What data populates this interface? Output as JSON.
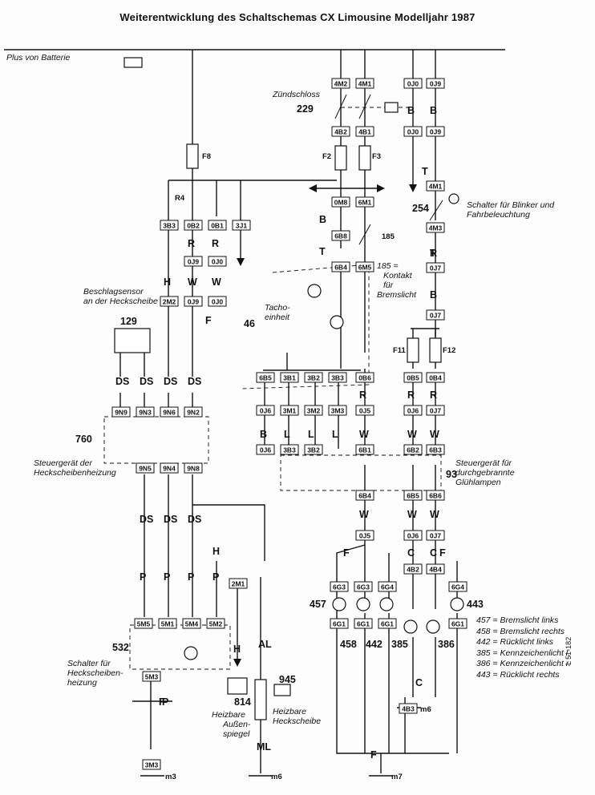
{
  "title": "Weiterentwicklung des Schaltschemas CX Limousine Modelljahr 1987",
  "notes": {
    "battery": "Plus von Batterie",
    "ignition": "Zündschloss",
    "switch_lights": [
      "Schalter für Blinker und",
      "Fahrbeleuchtung"
    ],
    "brake_contact": [
      "185 =",
      "Kontakt",
      "für",
      "Bremslicht"
    ],
    "tacho": [
      "Tacho-",
      "einheit"
    ],
    "sensor": [
      "Beschlagsensor",
      "an der Heckscheibe"
    ],
    "controller_heating": [
      "Steuergerät der",
      "Heckscheibenheizung"
    ],
    "controller_bulbs": [
      "Steuergerät für",
      "durchgebrannte",
      "Glühlampen"
    ],
    "switch_heating": [
      "Schalter für",
      "Heckscheiben-",
      "heizung"
    ],
    "mirror": [
      "Heizbare",
      "Außen-",
      "spiegel"
    ],
    "rear_window": [
      "Heizbare",
      "Heckscheibe"
    ]
  },
  "legend": [
    "457 = Bremslicht links",
    "458 = Bremslicht rechts",
    "442 = Rücklicht links",
    "385 = Kennzeichenlicht l.",
    "386 = Kennzeichenlicht r.",
    "443 = Rücklicht rechts"
  ],
  "drawing_code": "L 51-182",
  "components": {
    "c129": "129",
    "c760": "760",
    "c532": "532",
    "c814": "814",
    "c945": "945",
    "c229": "229",
    "c254": "254",
    "c185": "185",
    "c46": "46",
    "c93": "93",
    "c457": "457",
    "c458": "458",
    "c442": "442",
    "c385": "385",
    "c386": "386",
    "c443": "443"
  },
  "fuses": [
    "F8",
    "F2",
    "F3",
    "F11",
    "F12"
  ],
  "relay": "R4",
  "grounds": [
    "m3",
    "m6",
    "m7",
    "m6"
  ],
  "connectors": {
    "k4m2": "4M2",
    "k4m1": "4M1",
    "k0j0": "0J0",
    "k0j9": "0J9",
    "k4b2": "4B2",
    "k4b1": "4B1",
    "k0j0b": "0J0",
    "k0j9b": "0J9",
    "k4m1b": "4M1",
    "k4m3": "4M3",
    "k0j7a": "0J7",
    "k0j7b": "0J7",
    "k3b3": "3B3",
    "k0b2": "0B2",
    "k0b1": "0B1",
    "k3j1": "3J1",
    "k0j9c": "0J9",
    "k0j0c": "0J0",
    "k2m2": "2M2",
    "k0j9d": "0J9",
    "k0j0d": "0J0",
    "k0m8": "0M8",
    "k6m1": "6M1",
    "k6b8": "6B8",
    "k6m5": "6M5",
    "k6b4": "6B4",
    "k6b5": "6B5",
    "k3b1": "3B1",
    "k3b2": "3B2",
    "k3b3b": "3B3",
    "k0b6": "0B6",
    "k0j6a": "0J6",
    "k3m1": "3M1",
    "k3m2": "3M2",
    "k3m3": "3M3",
    "k0j5": "0J5",
    "k0j6b": "0J6",
    "k3b3c": "3B3",
    "k3b2b": "3B2",
    "k6b1": "6B1",
    "k0b5": "0B5",
    "k0b4": "0B4",
    "k0j6c": "0J6",
    "k0j7c": "0J7",
    "k6b2": "6B2",
    "k6b3": "6B3",
    "k6b4b": "6B4",
    "k6b5b": "6B5",
    "k6b6": "6B6",
    "k0j5b": "0J5",
    "k0j6d": "0J6",
    "k0j7d": "0J7",
    "k4b2b": "4B2",
    "k4b4": "4B4",
    "k6g3": "6G3",
    "k6g3b": "6G3",
    "k6g4": "6G4",
    "k6g4b": "6G4",
    "k6g1": "6G1",
    "k6g1b": "6G1",
    "k6g1c": "6G1",
    "k6g1d": "6G1",
    "k4b3": "4B3",
    "k9n9": "9N9",
    "k9n3": "9N3",
    "k9n6": "9N6",
    "k9n2": "9N2",
    "k9n5": "9N5",
    "k9n4": "9N4",
    "k9n8": "9N8",
    "k5m5": "5M5",
    "k5m1": "5M1",
    "k5m4": "5M4",
    "k5m2": "5M2",
    "k5m3": "5M3",
    "k2m1": "2M1",
    "k3m3b": "3M3"
  },
  "wire_colors": {
    "ds": "DS",
    "h": "H",
    "p": "P",
    "r": "R",
    "w": "W",
    "l": "L",
    "b": "B",
    "t": "T",
    "c": "C",
    "f": "F",
    "al": "AL",
    "ml": "ML"
  }
}
